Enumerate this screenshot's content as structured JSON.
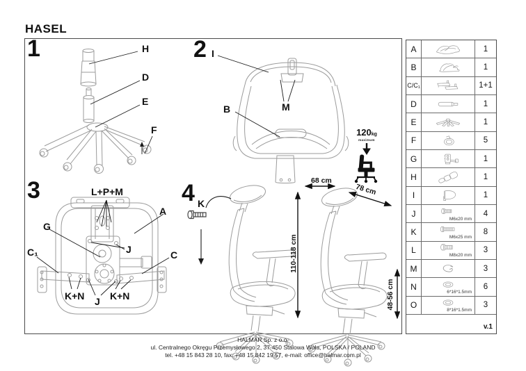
{
  "title": "HASEL",
  "version": "v.1",
  "diagrams": {
    "d1": {
      "number": "1",
      "labels": {
        "h": "H",
        "d": "D",
        "e": "E",
        "f": "F"
      }
    },
    "d2": {
      "number": "2",
      "labels": {
        "i": "I",
        "m": "M",
        "b": "B"
      },
      "max_load": {
        "value": "120",
        "unit": "kg",
        "note": "maximum"
      }
    },
    "d3": {
      "number": "3",
      "labels": {
        "lpm": "L+P+M",
        "a": "A",
        "g": "G",
        "c1": "C₁",
        "j_upper": "J",
        "c": "C",
        "kn_left": "K+N",
        "j_lower": "J",
        "kn_right": "K+N"
      }
    },
    "d4": {
      "number": "4",
      "labels": {
        "k": "K"
      },
      "dimensions": {
        "width": "68 cm",
        "depth": "78 cm",
        "total_height": "110-118 cm",
        "seat_height": "48-56 cm"
      }
    }
  },
  "parts_table": {
    "rows": [
      {
        "letter": "A",
        "icon": "seat",
        "qty": "1"
      },
      {
        "letter": "B",
        "icon": "backrest",
        "qty": "1"
      },
      {
        "letter": "C/C₁",
        "icon": "armrests",
        "qty": "1+1"
      },
      {
        "letter": "D",
        "icon": "gas-lift",
        "qty": "1"
      },
      {
        "letter": "E",
        "icon": "base-star",
        "qty": "1"
      },
      {
        "letter": "F",
        "icon": "caster",
        "qty": "5"
      },
      {
        "letter": "G",
        "icon": "mechanism",
        "qty": "1"
      },
      {
        "letter": "H",
        "icon": "telescopic-cover",
        "qty": "1"
      },
      {
        "letter": "I",
        "icon": "headrest",
        "qty": "1"
      },
      {
        "letter": "J",
        "icon": "screw-short",
        "size": "M6x20 mm",
        "qty": "4"
      },
      {
        "letter": "K",
        "icon": "screw-long",
        "size": "M6x25 mm",
        "qty": "8"
      },
      {
        "letter": "L",
        "icon": "screw-thick",
        "size": "M8x20 mm",
        "qty": "3"
      },
      {
        "letter": "M",
        "icon": "clip",
        "qty": "3"
      },
      {
        "letter": "N",
        "icon": "washer",
        "size": "6*16*1.5mm",
        "qty": "6"
      },
      {
        "letter": "O",
        "icon": "washer",
        "size": "8*16*1.5mm",
        "qty": "3"
      }
    ]
  },
  "footer": {
    "company": "HALMAR Sp. z o.o.",
    "address": "ul. Centralnego Okręgu Przemysłowego 2, 37-450 Stalowa Wola, POLSKA / POLAND",
    "contact": "tel. +48 15 843 28 10, fax: +48 15 842 19 57, e-mail: office@halmar.com.pl"
  }
}
